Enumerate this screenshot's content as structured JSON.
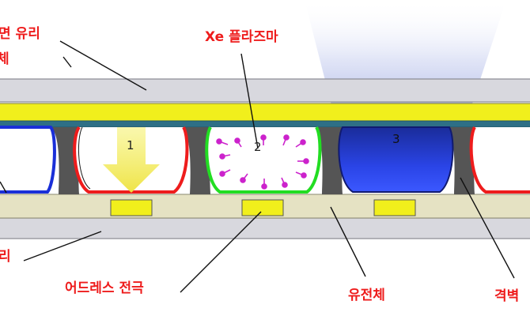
{
  "labels": {
    "front_glass": "면 유리",
    "front_sub": "체",
    "xe_plasma": "Xe 플라즈마",
    "rear_glass": "리",
    "address_electrode": "어드레스 전극",
    "dielectric": "유전체",
    "barrier_rib": "격벽"
  },
  "cells": [
    {
      "number": "1",
      "phosphor_color": "#ee1c1c"
    },
    {
      "number": "2",
      "phosphor_color": "#22dd22"
    },
    {
      "number": "3",
      "phosphor_color": "#1a2fd8"
    }
  ],
  "colors": {
    "label_red": "#ee1c1c",
    "glass_gray": "#d8d8de",
    "electrode_yellow": "#f1ef1c",
    "dielectric_beige": "#e5e2c3",
    "rib_gray": "#555555",
    "teal_layer": "#2e6f86",
    "plasma_purple": "#cc22cc"
  }
}
